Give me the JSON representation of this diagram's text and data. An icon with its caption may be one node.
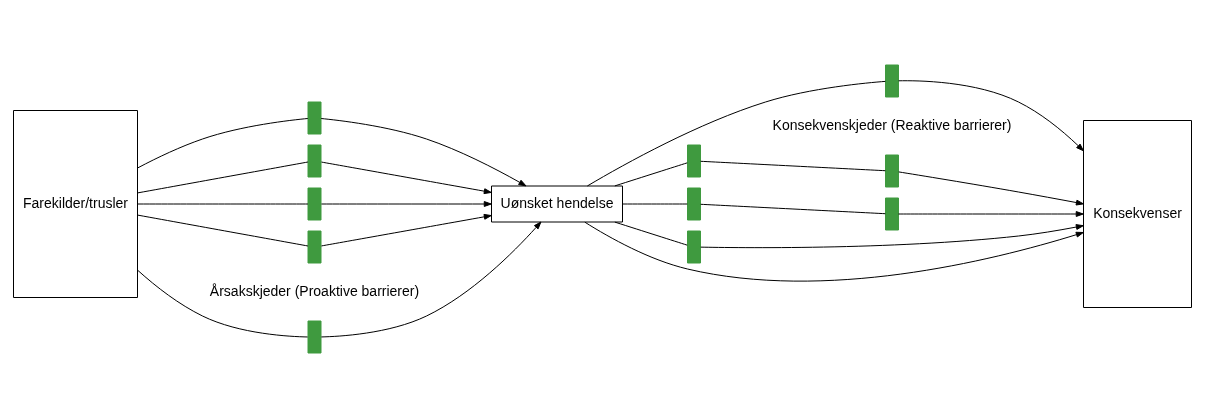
{
  "diagram": {
    "nodes": [
      {
        "text": [
          "Farekilder/trusler"
        ]
      },
      {
        "text": [],
        "shape": "bar"
      },
      {
        "text": [],
        "shape": "bar"
      },
      {
        "text": [],
        "shape": "bar"
      },
      {
        "text": [],
        "shape": "bar"
      },
      {
        "text": [],
        "shape": "bar"
      },
      {
        "text": [
          "Uønsket hendelse"
        ]
      },
      {
        "text": [],
        "shape": "bar"
      },
      {
        "text": [],
        "shape": "bar"
      },
      {
        "text": [],
        "shape": "bar"
      },
      {
        "text": [],
        "shape": "bar"
      },
      {
        "text": [],
        "shape": "bar"
      },
      {
        "text": [],
        "shape": "bar"
      },
      {
        "text": [
          "Konsekvenser"
        ]
      }
    ],
    "edges": [
      {
        "from": 0,
        "to": 1,
        "arrow": "none"
      },
      {
        "from": 1,
        "to": 6,
        "arrow": "to"
      },
      {
        "from": 0,
        "to": 2,
        "arrow": "none"
      },
      {
        "from": 2,
        "to": 6,
        "arrow": "to"
      },
      {
        "from": 0,
        "to": 3,
        "arrow": "none"
      },
      {
        "from": 3,
        "to": 6,
        "arrow": "to"
      },
      {
        "from": 0,
        "to": 4,
        "arrow": "none"
      },
      {
        "from": 4,
        "to": 6,
        "arrow": "to"
      },
      {
        "from": 0,
        "to": 5,
        "arrow": "none"
      },
      {
        "from": 5,
        "to": 6,
        "arrow": "to"
      },
      {
        "from": 6,
        "to": 7,
        "arrow": "none"
      },
      {
        "from": 7,
        "to": 13,
        "arrow": "to"
      },
      {
        "from": 6,
        "to": 8,
        "arrow": "none"
      },
      {
        "from": 8,
        "to": 9,
        "arrow": "none"
      },
      {
        "from": 9,
        "to": 13,
        "arrow": "to"
      },
      {
        "from": 6,
        "to": 10,
        "arrow": "none"
      },
      {
        "from": 10,
        "to": 11,
        "arrow": "none"
      },
      {
        "from": 11,
        "to": 13,
        "arrow": "to"
      },
      {
        "from": 6,
        "to": 13,
        "arrow": "to"
      },
      {
        "from": 6,
        "to": 12,
        "arrow": "none"
      },
      {
        "from": 12,
        "to": 13,
        "arrow": "to"
      }
    ],
    "labels": [
      "Årsakskjeder (Proaktive barrierer)",
      "Konsekvenskjeder (Reaktive barrierer)"
    ]
  }
}
